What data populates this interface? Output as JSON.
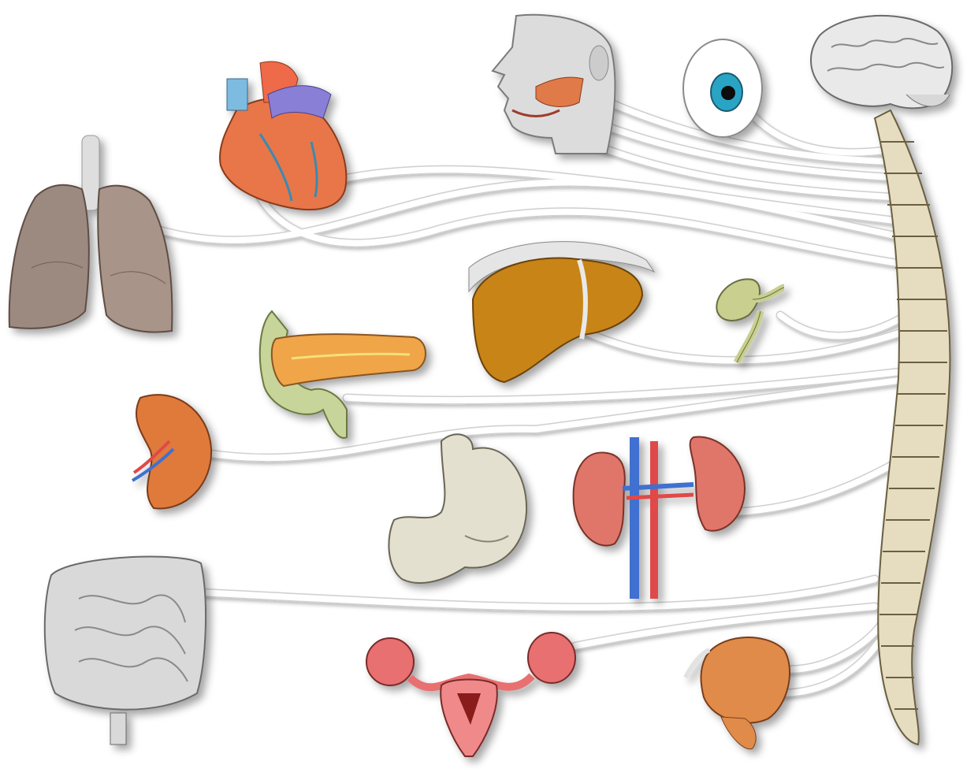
{
  "diagram": {
    "description_text": "",
    "organs": [
      {
        "id": "lungs",
        "icon": "lungs-icon"
      },
      {
        "id": "heart",
        "icon": "heart-icon"
      },
      {
        "id": "salivary-glands",
        "icon": "head-profile-icon"
      },
      {
        "id": "eye",
        "icon": "eye-icon"
      },
      {
        "id": "brain",
        "icon": "brain-icon"
      },
      {
        "id": "liver",
        "icon": "liver-icon"
      },
      {
        "id": "gallbladder",
        "icon": "gallbladder-icon"
      },
      {
        "id": "pancreas",
        "icon": "pancreas-icon"
      },
      {
        "id": "spleen",
        "icon": "spleen-icon"
      },
      {
        "id": "stomach",
        "icon": "stomach-icon"
      },
      {
        "id": "kidneys",
        "icon": "kidneys-icon"
      },
      {
        "id": "intestines",
        "icon": "intestines-icon"
      },
      {
        "id": "uterus",
        "icon": "uterus-icon"
      },
      {
        "id": "bladder",
        "icon": "bladder-icon"
      },
      {
        "id": "spinal-cord",
        "icon": "spine-icon"
      }
    ],
    "colors": {
      "nerve": "#ffffff",
      "nerve_shadow": "#c9c9c9",
      "lung": "#9c8a80",
      "heart": "#e8764a",
      "heart_vessel": "#8a7fd6",
      "liver": "#c88418",
      "gallbladder": "#c8cf8f",
      "pancreas": "#f0a54a",
      "spleen": "#e07a3a",
      "stomach": "#e3e0d0",
      "kidney": "#e0756a",
      "artery": "#e04848",
      "vein": "#3f6fd0",
      "intestine": "#d9d9d9",
      "uterus": "#e87070",
      "bladder": "#e08b4a",
      "bone": "#e6dcc0",
      "brain": "#e9e9e9",
      "iris": "#2aa4c4"
    }
  }
}
